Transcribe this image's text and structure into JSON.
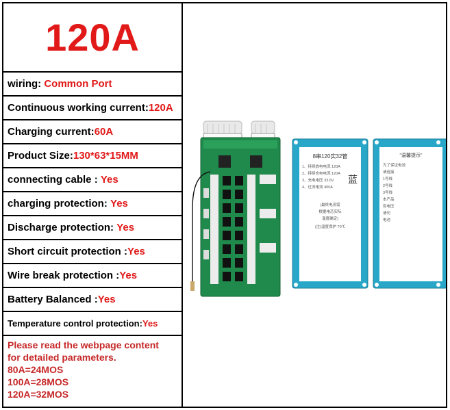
{
  "title": "120A",
  "specs": [
    {
      "label": "wiring: ",
      "value": "Common Port"
    },
    {
      "label": "Continuous working current:",
      "value": "120A"
    },
    {
      "label": "Charging current:",
      "value": "60A"
    },
    {
      "label": "Product Size:",
      "value": "130*63*15MM"
    },
    {
      "label": "connecting cable : ",
      "value": "Yes"
    },
    {
      "label": "charging protection: ",
      "value": "Yes"
    },
    {
      "label": "Discharge protection: ",
      "value": "Yes"
    },
    {
      "label": "Short circuit protection :",
      "value": "Yes"
    },
    {
      "label": "Wire break protection :",
      "value": "Yes"
    },
    {
      "label": "Battery Balanced :",
      "value": "Yes"
    },
    {
      "label": "Temperature control protection:",
      "value": "Yes"
    }
  ],
  "notes": [
    "Please read the webpage content",
    "for detailed parameters.",
    "80A=24MOS",
    "100A=28MOS",
    "120A=32MOS"
  ],
  "product_image": {
    "card1": {
      "title": "8串120实32管",
      "lines": [
        "1、持续放电电流 120A",
        "2、持续充电电流 120A",
        "3、充电电压 33.6V",
        "4、过流电流 400A"
      ],
      "side_char": "蓝",
      "bottom_lines": [
        "(最终电流需",
        "根据电芯实际",
        "温度确定)",
        "(注)温度保护 70℃"
      ]
    },
    "card2": {
      "title": "\"温馨提示\"",
      "lines": [
        "为了保证电池",
        "请连接",
        "1号线",
        "2号线",
        "3号线",
        "本产品",
        "有电压",
        "请勿",
        "电池"
      ]
    }
  }
}
